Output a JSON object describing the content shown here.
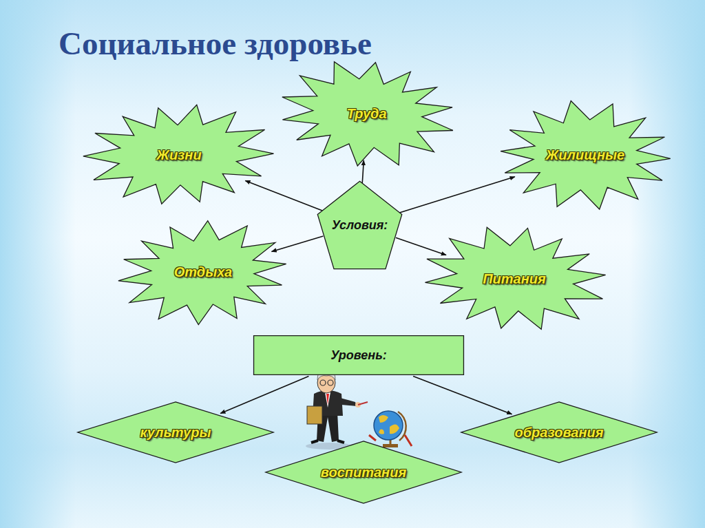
{
  "diagram": {
    "title": "Социальное здоровье",
    "nodes": [
      {
        "text": [
          "Труда"
        ]
      },
      {
        "text": [
          "Жизни"
        ]
      },
      {
        "text": [
          "Жилищные"
        ]
      },
      {
        "text": [
          "Условия:"
        ]
      },
      {
        "text": [
          "Отдыха"
        ]
      },
      {
        "text": [
          "Питания"
        ]
      },
      {
        "text": [
          "Уровень:"
        ]
      },
      {
        "text": [
          "культуры"
        ]
      },
      {
        "text": [
          "образования"
        ]
      },
      {
        "text": [
          "воспитания"
        ]
      }
    ],
    "edges": [
      {
        "from": 3,
        "to": 0,
        "arrow": "to"
      },
      {
        "from": 3,
        "to": 1,
        "arrow": "to"
      },
      {
        "from": 3,
        "to": 2,
        "arrow": "to"
      },
      {
        "from": 3,
        "to": 4,
        "arrow": "to"
      },
      {
        "from": 3,
        "to": 5,
        "arrow": "to"
      },
      {
        "from": 6,
        "to": 7,
        "arrow": "to"
      },
      {
        "from": 6,
        "to": 8,
        "arrow": "to"
      }
    ]
  }
}
